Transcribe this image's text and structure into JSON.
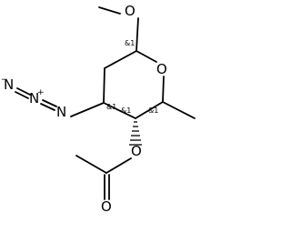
{
  "molecule": {
    "ring_oxygen": "O",
    "methoxy_oxygen": "O",
    "ester_oxygen": "O",
    "carbonyl_oxygen": "O",
    "azide_n1": "N",
    "azide_n2": "N",
    "azide_n2_charge": "+",
    "azide_n3": "N",
    "azide_n3_charge": "−",
    "stereo_c1": "&1",
    "stereo_c3": "&1",
    "stereo_c4": "&1",
    "stereo_c5": "&1"
  }
}
